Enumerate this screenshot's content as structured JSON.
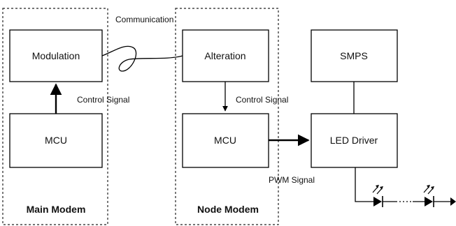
{
  "groups": {
    "main_modem": "Main Modem",
    "node_modem": "Node Modem"
  },
  "boxes": {
    "modulation": "Modulation",
    "main_mcu": "MCU",
    "alteration": "Alteration",
    "node_mcu": "MCU",
    "smps": "SMPS",
    "led_driver": "LED Driver"
  },
  "labels": {
    "communication": "Communication",
    "control_signal_main": "Control Signal",
    "control_signal_node": "Control Signal",
    "pwm_signal": "PWM Signal"
  }
}
